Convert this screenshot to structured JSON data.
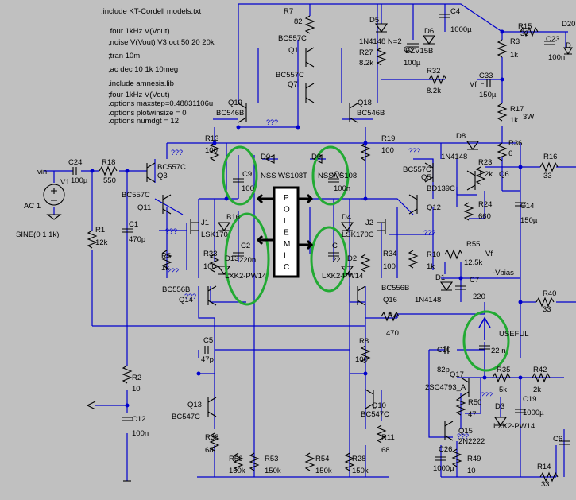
{
  "directives": [
    ".include KT-Cordell models.txt",
    ".four 1kHz V(Vout)",
    ";noise V(Vout) V3 oct 50 20 20k",
    ";tran 10m",
    ";ac dec 10 1k 10meg",
    ".include amnesis.lib",
    ";four 1kHz V(Vout)",
    ".options maxstep=0.48831106u",
    ".options plotwinsize = 0",
    ".options numdgt = 12"
  ],
  "polemic_letters": [
    "P",
    "O",
    "L",
    "E",
    "M",
    "I",
    "C"
  ],
  "highlight_label": "USEFUL",
  "labels": [
    {
      "id": "r7",
      "text": "R7"
    },
    {
      "id": "r7v",
      "text": "82"
    },
    {
      "id": "q1t",
      "text": "BC557C"
    },
    {
      "id": "q1",
      "text": "Q1"
    },
    {
      "id": "q7t",
      "text": "BC557C"
    },
    {
      "id": "q7",
      "text": "Q7"
    },
    {
      "id": "d5",
      "text": "D5"
    },
    {
      "id": "d5t",
      "text": "1N4148 N=2"
    },
    {
      "id": "c4",
      "text": "C4"
    },
    {
      "id": "c4v",
      "text": "1000µ"
    },
    {
      "id": "d6",
      "text": "D6"
    },
    {
      "id": "d6t",
      "text": "BZV15B"
    },
    {
      "id": "c3",
      "text": "C3"
    },
    {
      "id": "c3v",
      "text": "100µ"
    },
    {
      "id": "r27",
      "text": "R27"
    },
    {
      "id": "r27v",
      "text": "8.2k"
    },
    {
      "id": "r32",
      "text": "R32"
    },
    {
      "id": "r32v",
      "text": "8.2k"
    },
    {
      "id": "r15",
      "text": "R15"
    },
    {
      "id": "r15v",
      "text": "33"
    },
    {
      "id": "c23",
      "text": "C23"
    },
    {
      "id": "c23v",
      "text": "100n"
    },
    {
      "id": "d20",
      "text": "D20"
    },
    {
      "id": "d20b",
      "text": "D"
    },
    {
      "id": "r3",
      "text": "R3"
    },
    {
      "id": "r3v",
      "text": "1k"
    },
    {
      "id": "c33",
      "text": "C33"
    },
    {
      "id": "c33v",
      "text": "150µ"
    },
    {
      "id": "vf",
      "text": "Vf"
    },
    {
      "id": "r17",
      "text": "R17"
    },
    {
      "id": "r17v",
      "text": "1k"
    },
    {
      "id": "r17w",
      "text": "3W"
    },
    {
      "id": "q19",
      "text": "Q19"
    },
    {
      "id": "q19t",
      "text": "BC546B"
    },
    {
      "id": "q18",
      "text": "Q18"
    },
    {
      "id": "q18t",
      "text": "BC546B"
    },
    {
      "id": "vin",
      "text": "vin"
    },
    {
      "id": "c24",
      "text": "C24"
    },
    {
      "id": "c24v",
      "text": "100µ"
    },
    {
      "id": "r18",
      "text": "R18"
    },
    {
      "id": "r18v",
      "text": "550"
    },
    {
      "id": "v1",
      "text": "V1"
    },
    {
      "id": "ac1",
      "text": "AC 1"
    },
    {
      "id": "sine",
      "text": "SINE(0 1 1k)"
    },
    {
      "id": "r1",
      "text": "R1"
    },
    {
      "id": "r1v",
      "text": "12k"
    },
    {
      "id": "q3t",
      "text": "BC557C"
    },
    {
      "id": "q3",
      "text": "Q3"
    },
    {
      "id": "q11t",
      "text": "BC557C"
    },
    {
      "id": "q11",
      "text": "Q11"
    },
    {
      "id": "c1",
      "text": "C1"
    },
    {
      "id": "c1v",
      "text": "470p"
    },
    {
      "id": "r13",
      "text": "R13"
    },
    {
      "id": "r13v",
      "text": "100"
    },
    {
      "id": "c9",
      "text": "C9"
    },
    {
      "id": "c9v",
      "text": "100"
    },
    {
      "id": "d0a",
      "text": "D0"
    },
    {
      "id": "d0b",
      "text": "D0"
    },
    {
      "id": "nss1",
      "text": "NSS"
    },
    {
      "id": "nss2",
      "text": "WS108T"
    },
    {
      "id": "nss3",
      "text": "NSS"
    },
    {
      "id": "nss4",
      "text": "WS108"
    },
    {
      "id": "c4b",
      "text": "C4"
    },
    {
      "id": "c4bv",
      "text": "100n"
    },
    {
      "id": "r19",
      "text": "R19"
    },
    {
      "id": "r19v",
      "text": "100"
    },
    {
      "id": "q5t",
      "text": "BC557C"
    },
    {
      "id": "q5",
      "text": "Q5"
    },
    {
      "id": "bd139",
      "text": "BD139C"
    },
    {
      "id": "q12",
      "text": "Q12"
    },
    {
      "id": "d8",
      "text": "D8"
    },
    {
      "id": "d8t",
      "text": "1N4148"
    },
    {
      "id": "r36",
      "text": "R36"
    },
    {
      "id": "r36v",
      "text": "6"
    },
    {
      "id": "r23",
      "text": "R23"
    },
    {
      "id": "r23v",
      "text": "1.2k"
    },
    {
      "id": "q6",
      "text": "Q6"
    },
    {
      "id": "r16",
      "text": "R16"
    },
    {
      "id": "r16v",
      "text": "33"
    },
    {
      "id": "r24",
      "text": "R24"
    },
    {
      "id": "r24v",
      "text": "660"
    },
    {
      "id": "c14",
      "text": "C14"
    },
    {
      "id": "c14v",
      "text": "150µ"
    },
    {
      "id": "j1",
      "text": "J1"
    },
    {
      "id": "lsk1",
      "text": "LSK170"
    },
    {
      "id": "b16",
      "text": "B16"
    },
    {
      "id": "j2",
      "text": "J2"
    },
    {
      "id": "lsk2",
      "text": "LSK170C"
    },
    {
      "id": "d4",
      "text": "D4"
    },
    {
      "id": "r5",
      "text": "R5"
    },
    {
      "id": "r5v",
      "text": "1k"
    },
    {
      "id": "r33",
      "text": "R33"
    },
    {
      "id": "r33v",
      "text": "100"
    },
    {
      "id": "c2",
      "text": "C2"
    },
    {
      "id": "c2v",
      "text": "220n"
    },
    {
      "id": "d13",
      "text": "D13"
    },
    {
      "id": "c6",
      "text": "C"
    },
    {
      "id": "c6v",
      "text": "22"
    },
    {
      "id": "d2",
      "text": "D2"
    },
    {
      "id": "r34",
      "text": "R34"
    },
    {
      "id": "r34v",
      "text": "100"
    },
    {
      "id": "r10",
      "text": "R10"
    },
    {
      "id": "r10v",
      "text": "1k"
    },
    {
      "id": "r55",
      "text": "R55"
    },
    {
      "id": "r55v",
      "text": "12.5k"
    },
    {
      "id": "vfb",
      "text": "Vf"
    },
    {
      "id": "lxk1",
      "text": "LXK2-PW14"
    },
    {
      "id": "lxk2",
      "text": "LXK2-PW14"
    },
    {
      "id": "vbias",
      "text": "-Vbias"
    },
    {
      "id": "q14t",
      "text": "BC556B"
    },
    {
      "id": "q14",
      "text": "Q14"
    },
    {
      "id": "q16t",
      "text": "BC556B"
    },
    {
      "id": "q16",
      "text": "Q16"
    },
    {
      "id": "d1",
      "text": "D1"
    },
    {
      "id": "d1t",
      "text": "1N4148"
    },
    {
      "id": "c7",
      "text": "C7"
    },
    {
      "id": "c7v",
      "text": "220"
    },
    {
      "id": "r40",
      "text": "R40"
    },
    {
      "id": "r40v",
      "text": "33"
    },
    {
      "id": "r4",
      "text": "R4"
    },
    {
      "id": "r4v",
      "text": "470"
    },
    {
      "id": "c5",
      "text": "C5"
    },
    {
      "id": "c5v",
      "text": "47p"
    },
    {
      "id": "r8",
      "text": "R8"
    },
    {
      "id": "r8v",
      "text": "100"
    },
    {
      "id": "c22v",
      "text": "22 n"
    },
    {
      "id": "c10",
      "text": "C10"
    },
    {
      "id": "c10v",
      "text": "82p"
    },
    {
      "id": "q17",
      "text": "Q17"
    },
    {
      "id": "q17t",
      "text": "2SC4793_A"
    },
    {
      "id": "r35",
      "text": "R35"
    },
    {
      "id": "r35v",
      "text": "5k"
    },
    {
      "id": "r42",
      "text": "R42"
    },
    {
      "id": "r42v",
      "text": "2k"
    },
    {
      "id": "c19",
      "text": "C19"
    },
    {
      "id": "c19v",
      "text": "1000µ"
    },
    {
      "id": "r2",
      "text": "R2"
    },
    {
      "id": "r2v",
      "text": "10"
    },
    {
      "id": "c12",
      "text": "C12"
    },
    {
      "id": "c12v",
      "text": "100n"
    },
    {
      "id": "q13",
      "text": "Q13"
    },
    {
      "id": "q13t",
      "text": "BC547C"
    },
    {
      "id": "q10",
      "text": "Q10"
    },
    {
      "id": "q10t",
      "text": "BC547C"
    },
    {
      "id": "r50",
      "text": "R50"
    },
    {
      "id": "r50v",
      "text": "47"
    },
    {
      "id": "q15",
      "text": "Q15"
    },
    {
      "id": "q15t",
      "text": "2N2222"
    },
    {
      "id": "d3",
      "text": "D3"
    },
    {
      "id": "d3t",
      "text": "LXK2-PW14"
    },
    {
      "id": "r38",
      "text": "R38"
    },
    {
      "id": "r38v",
      "text": "68"
    },
    {
      "id": "r11",
      "text": "R11"
    },
    {
      "id": "r11v",
      "text": "68"
    },
    {
      "id": "c26",
      "text": "C26"
    },
    {
      "id": "c26v",
      "text": "1000µ"
    },
    {
      "id": "r49",
      "text": "R49"
    },
    {
      "id": "r49v",
      "text": "10"
    },
    {
      "id": "r56",
      "text": "R56"
    },
    {
      "id": "r56v",
      "text": "150k"
    },
    {
      "id": "r53",
      "text": "R53"
    },
    {
      "id": "r53v",
      "text": "150k"
    },
    {
      "id": "r54",
      "text": "R54"
    },
    {
      "id": "r54v",
      "text": "150k"
    },
    {
      "id": "r28",
      "text": "R28"
    },
    {
      "id": "r28v",
      "text": "150k"
    },
    {
      "id": "c6b",
      "text": "C6"
    },
    {
      "id": "r14",
      "text": "R14"
    },
    {
      "id": "r14v",
      "text": "33"
    }
  ]
}
